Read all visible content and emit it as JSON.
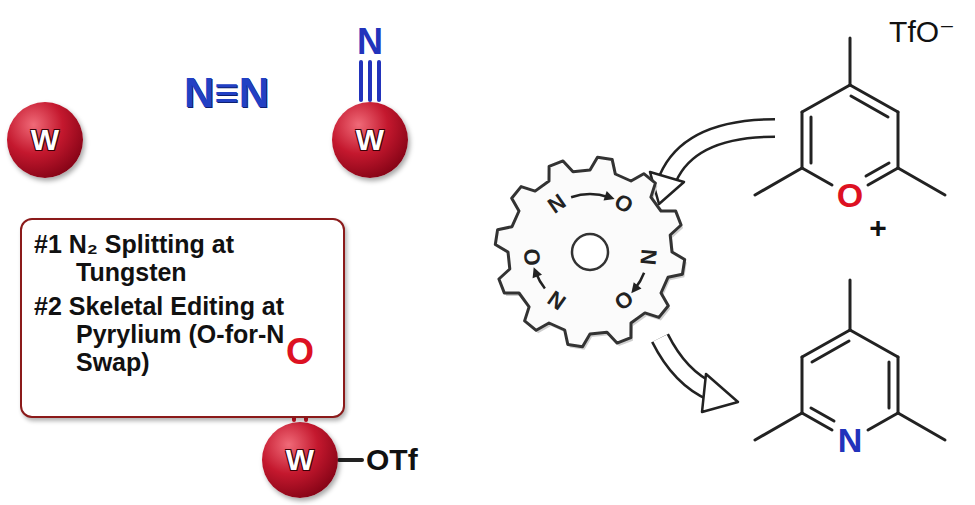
{
  "diagram": {
    "nodes": [
      {
        "text": [
          "W"
        ]
      },
      {
        "text": [
          "W"
        ]
      },
      {
        "text": [
          "N",
          "O",
          "N",
          "O",
          "N",
          "O"
        ]
      },
      {
        "text": [
          "W"
        ]
      },
      {
        "text": [
          "#1 N₂ Splitting at Tungsten",
          "#2 Skeletal Editing at Pyrylium (O-for-N Swap)"
        ]
      }
    ],
    "edges": [
      {
        "from": 0,
        "to": 1,
        "arrow": "to",
        "label": "N≡N"
      },
      {
        "from": 1,
        "to": 2,
        "arrow": "to"
      },
      {
        "from": 2,
        "to": 3,
        "arrow": "to"
      }
    ],
    "labels": [
      "N",
      "TfO⁻",
      "O",
      "+",
      "N",
      "O",
      "OTf"
    ]
  }
}
